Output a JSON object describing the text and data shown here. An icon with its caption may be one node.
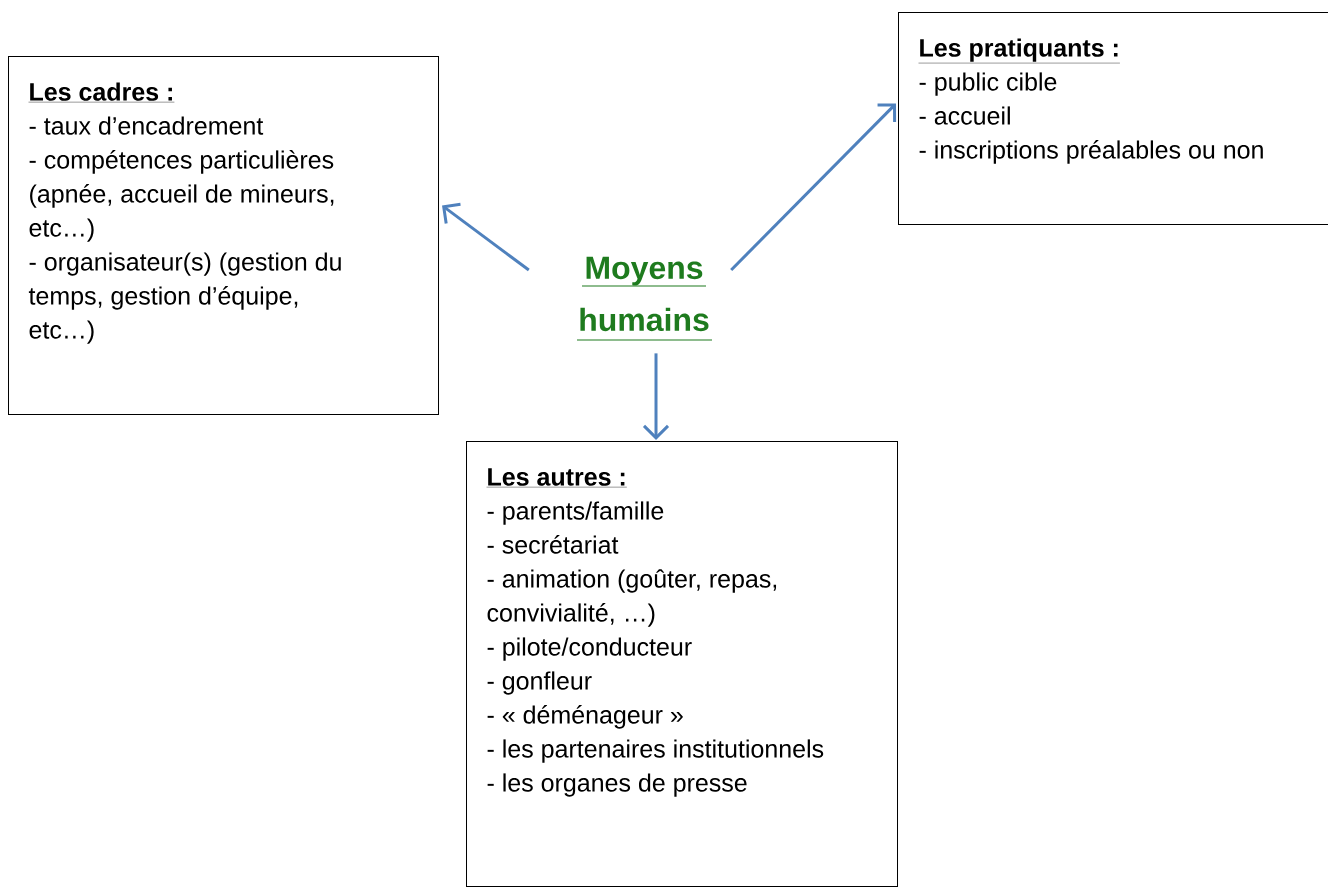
{
  "diagram": {
    "nodes": [
      {
        "text": [
          "Moyens humains"
        ]
      },
      {
        "text": [
          "Les cadres :",
          "- taux d’encadrement",
          "- compétences particulières (apnée, accueil de mineurs, etc…)",
          "- organisateur(s) (gestion du temps, gestion d’équipe, etc…)"
        ]
      },
      {
        "text": [
          "Les pratiquants :",
          "- public cible",
          "- accueil",
          "- inscriptions préalables ou non"
        ]
      },
      {
        "text": [
          "Les autres :",
          "- parents/famille",
          "- secrétariat",
          "- animation (goûter, repas, convivialité, …)",
          "- pilote/conducteur",
          "- gonfleur",
          "- « déménageur »",
          "- les partenaires institutionnels",
          "- les organes de presse"
        ]
      }
    ],
    "edges": [
      {
        "from": 0,
        "to": 1,
        "arrow": "to"
      },
      {
        "from": 0,
        "to": 2,
        "arrow": "to"
      },
      {
        "from": 0,
        "to": 3,
        "arrow": "to"
      }
    ]
  }
}
